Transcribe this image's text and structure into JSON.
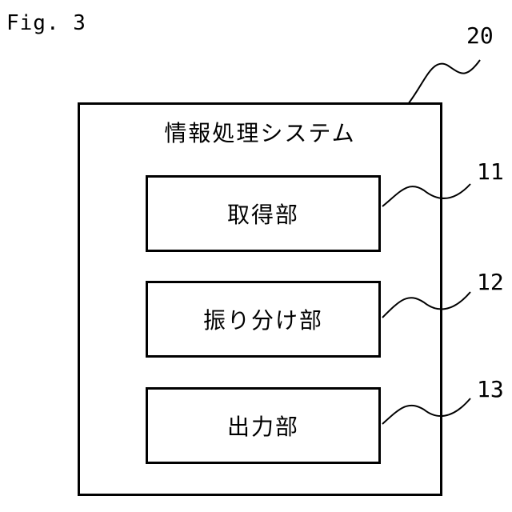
{
  "figure": {
    "label": "Fig. 3"
  },
  "system": {
    "title": "情報処理システム",
    "ref": "20"
  },
  "units": [
    {
      "label": "取得部",
      "ref": "11"
    },
    {
      "label": "振り分け部",
      "ref": "12"
    },
    {
      "label": "出力部",
      "ref": "13"
    }
  ],
  "colors": {
    "line": "#000000",
    "background": "#ffffff"
  }
}
